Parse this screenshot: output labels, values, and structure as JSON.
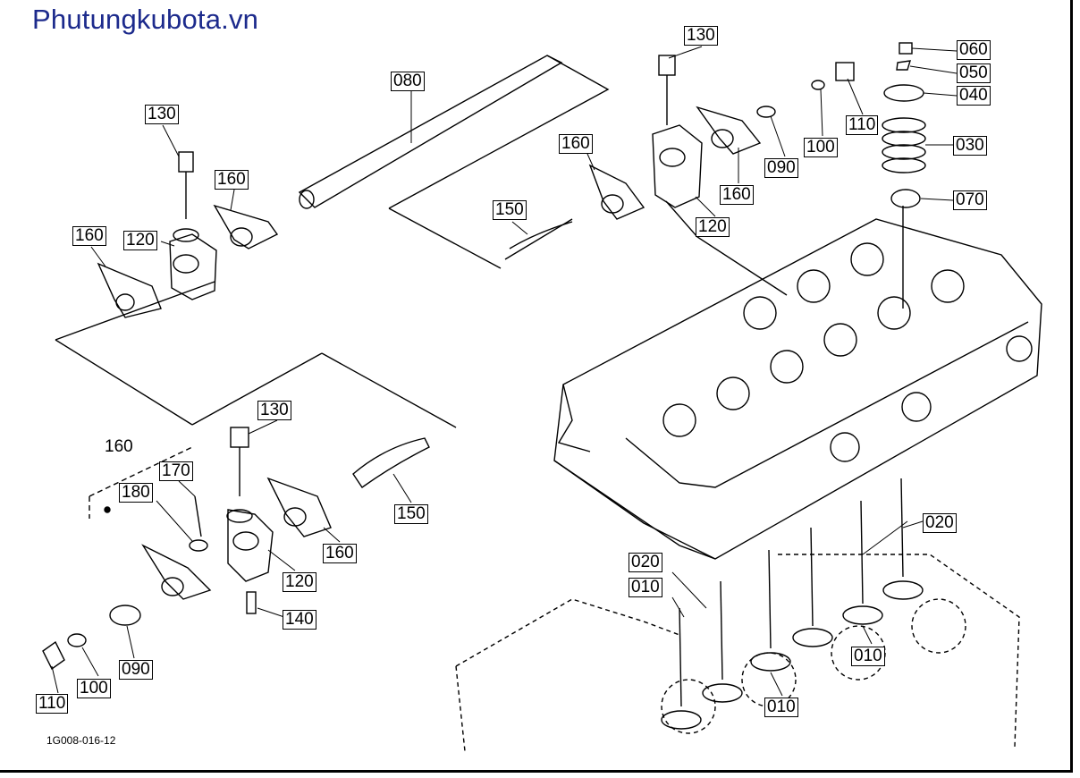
{
  "brand": {
    "text": "Phutungkubota.vn",
    "color": "#1c2a8c"
  },
  "drawing_code": "1G008-016-12",
  "callouts": [
    {
      "id": "c130a",
      "text": "130"
    },
    {
      "id": "c080",
      "text": "080"
    },
    {
      "id": "c160a",
      "text": "160"
    },
    {
      "id": "c160b",
      "text": "160"
    },
    {
      "id": "c120a",
      "text": "120"
    },
    {
      "id": "c130b",
      "text": "130"
    },
    {
      "id": "c160c",
      "text": "160"
    },
    {
      "id": "c150a",
      "text": "150"
    },
    {
      "id": "c160d",
      "text": "160"
    },
    {
      "id": "c120b",
      "text": "120"
    },
    {
      "id": "c090a",
      "text": "090"
    },
    {
      "id": "c100a",
      "text": "100"
    },
    {
      "id": "c110a",
      "text": "110"
    },
    {
      "id": "c060",
      "text": "060"
    },
    {
      "id": "c050",
      "text": "050"
    },
    {
      "id": "c040",
      "text": "040"
    },
    {
      "id": "c030",
      "text": "030"
    },
    {
      "id": "c070",
      "text": "070"
    },
    {
      "id": "c130c",
      "text": "130"
    },
    {
      "id": "c160e",
      "text": "160"
    },
    {
      "id": "c170",
      "text": "170"
    },
    {
      "id": "c180",
      "text": "180"
    },
    {
      "id": "c150b",
      "text": "150"
    },
    {
      "id": "c160f",
      "text": "160"
    },
    {
      "id": "c120c",
      "text": "120"
    },
    {
      "id": "c140",
      "text": "140"
    },
    {
      "id": "c090b",
      "text": "090"
    },
    {
      "id": "c100b",
      "text": "100"
    },
    {
      "id": "c110b",
      "text": "110"
    },
    {
      "id": "c020a",
      "text": "020"
    },
    {
      "id": "c020b",
      "text": "020"
    },
    {
      "id": "c010a",
      "text": "010"
    },
    {
      "id": "c010b",
      "text": "010"
    },
    {
      "id": "c010c",
      "text": "010"
    }
  ]
}
